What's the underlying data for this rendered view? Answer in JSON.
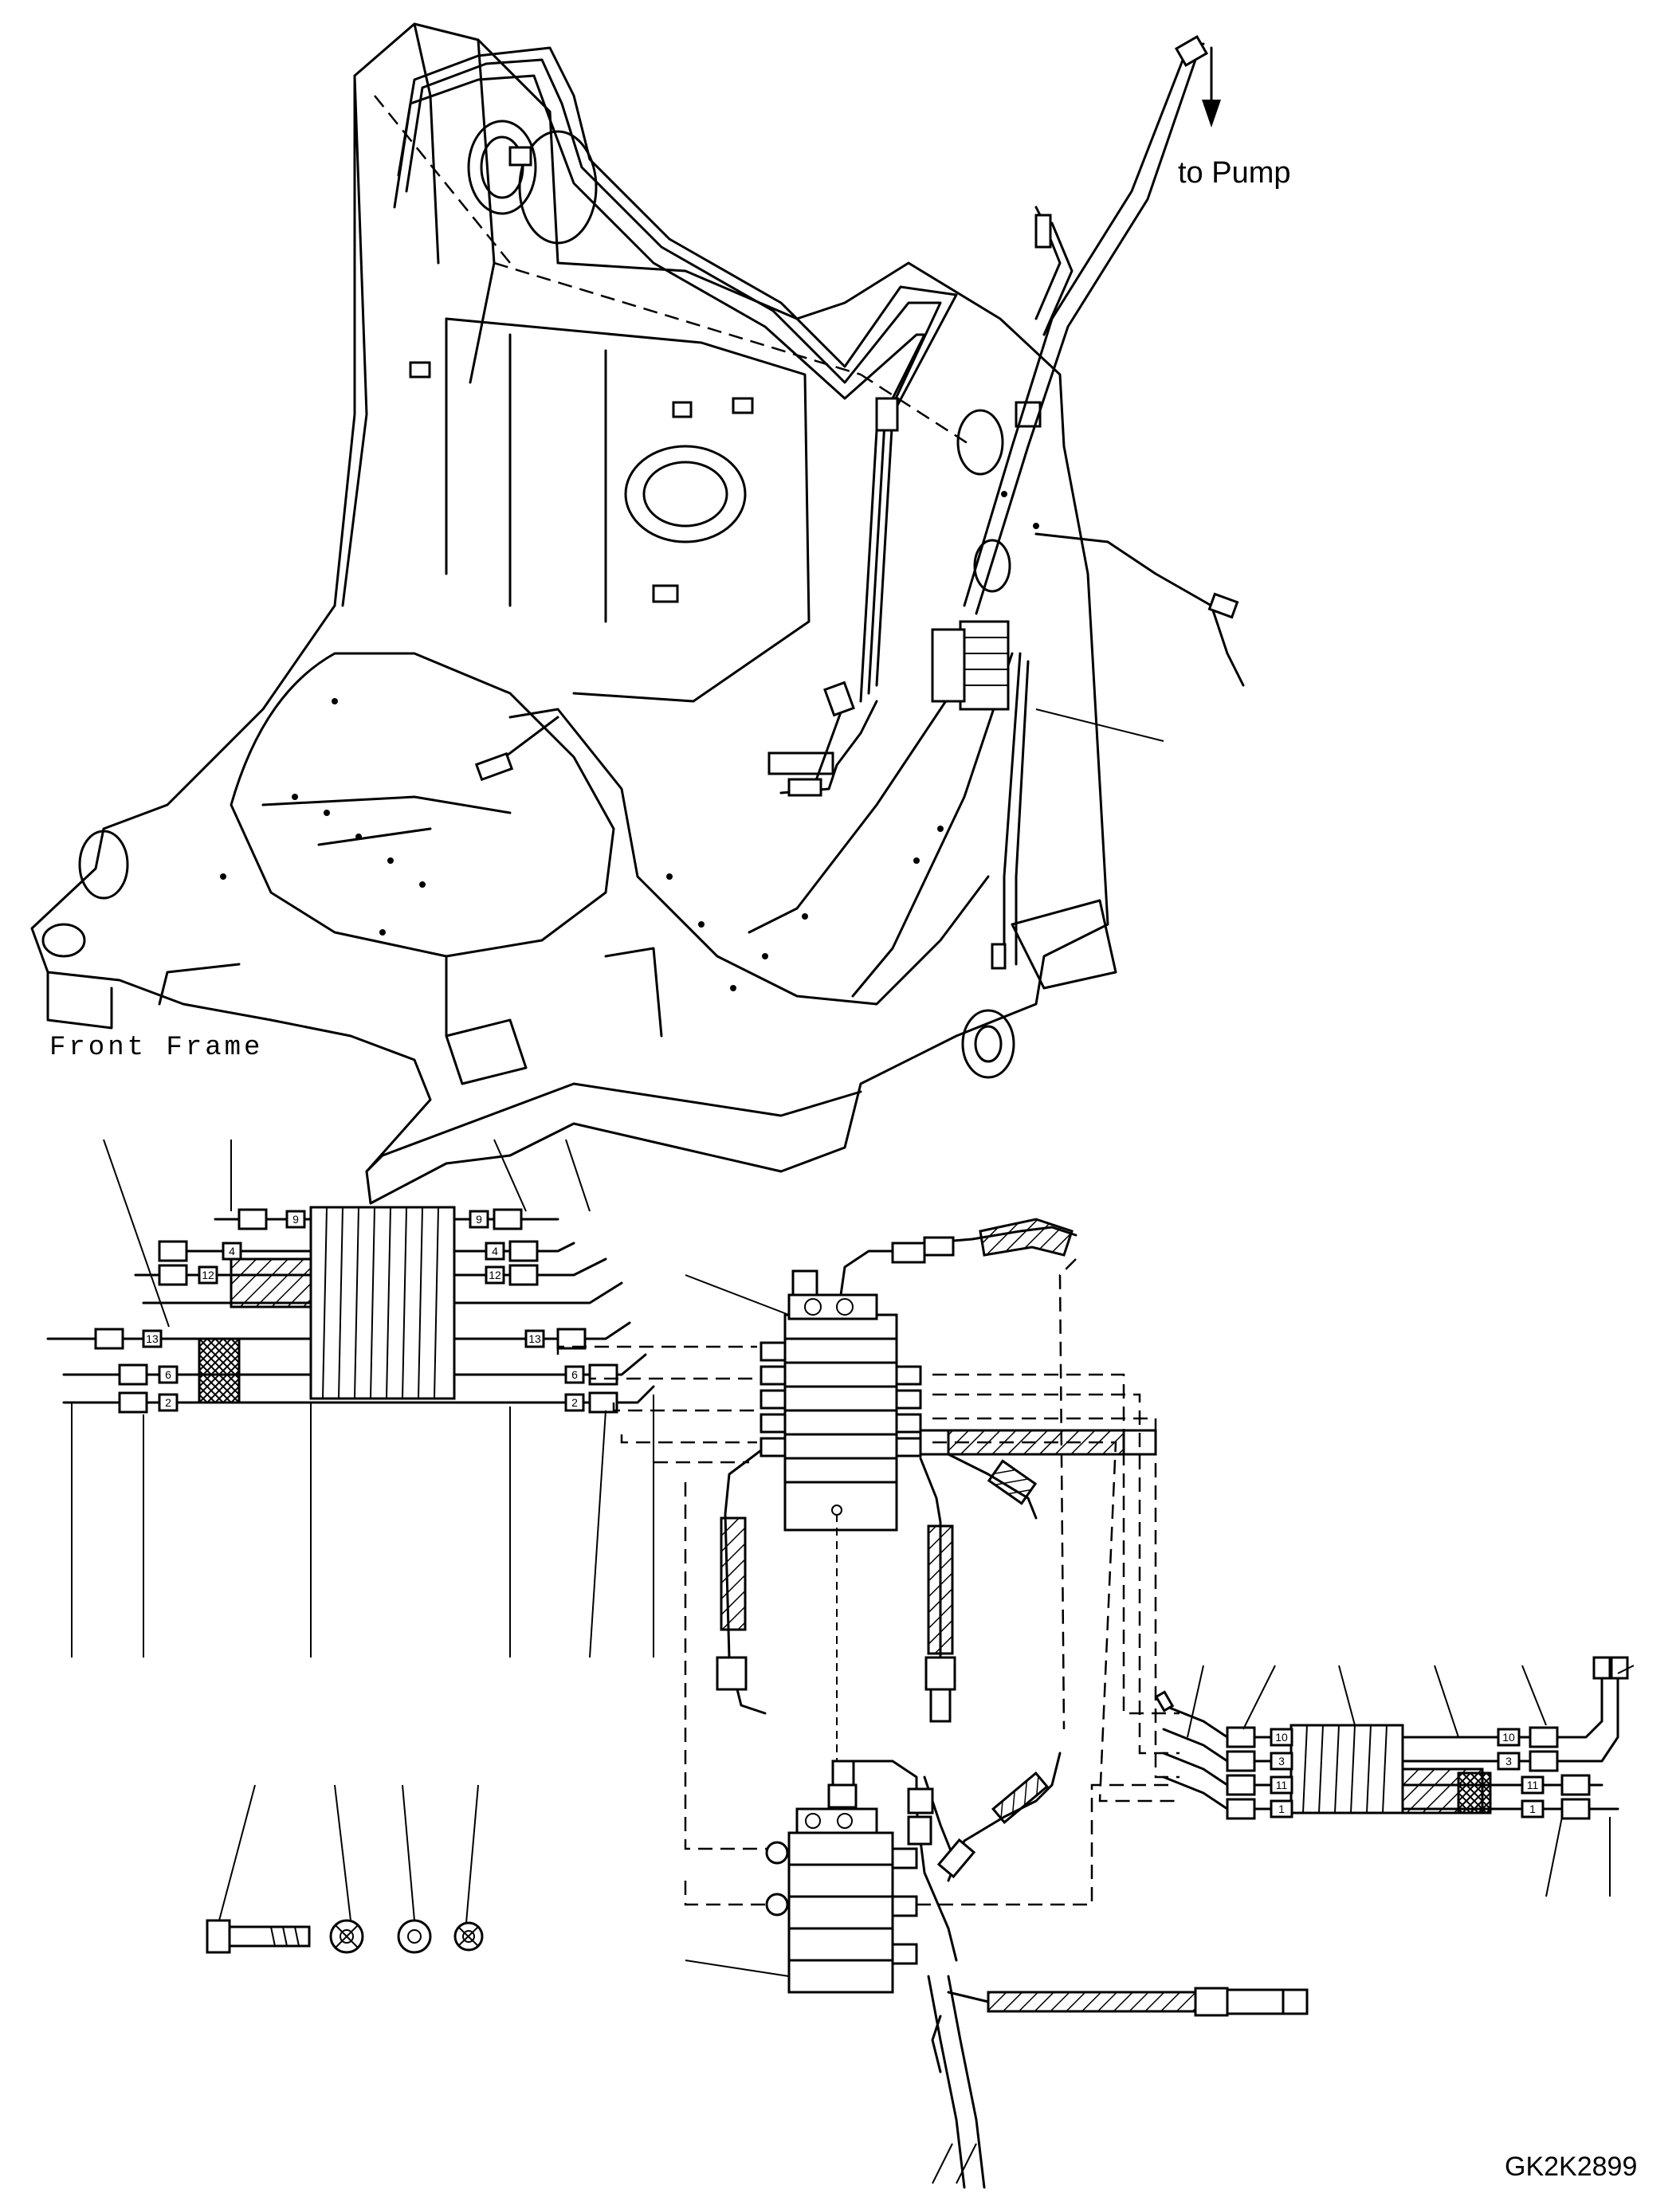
{
  "labels": {
    "to_pump": "to Pump",
    "front_frame": "Front Frame",
    "drawing_id": "GK2K2899"
  },
  "hose_tags_left": [
    "9",
    "9",
    "4",
    "4",
    "12",
    "12",
    "13",
    "13",
    "6",
    "6",
    "2",
    "2"
  ],
  "hose_tags_right": [
    "10",
    "10",
    "3",
    "3",
    "11",
    "11",
    "1",
    "1"
  ],
  "icons": {
    "pump_arrow": "arrow-down-icon",
    "bolt": "bolt-icon",
    "nut": "nut-icon",
    "washer": "washer-icon",
    "lock_nut": "lock-nut-icon"
  }
}
